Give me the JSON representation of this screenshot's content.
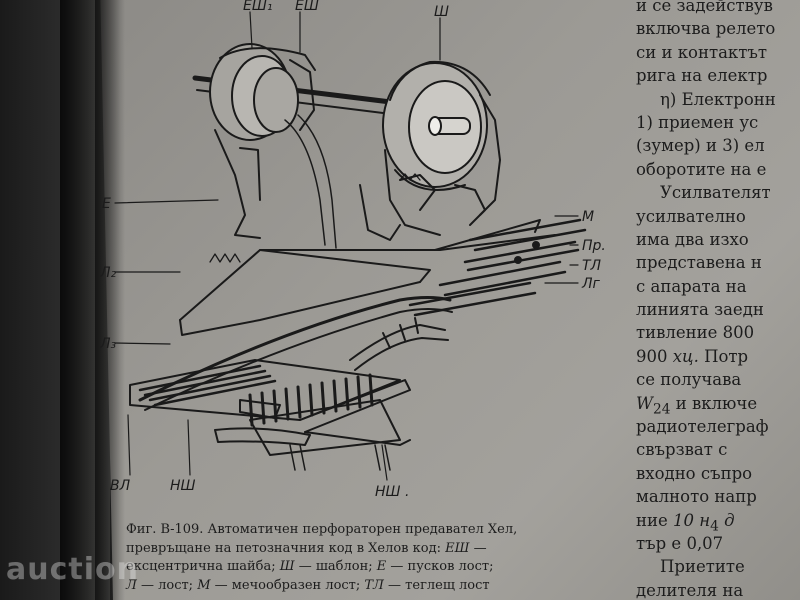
{
  "figure": {
    "labels": {
      "esh1": "ЕШ₁",
      "esh": "ЕШ",
      "sh": "Ш",
      "e": "Е",
      "l2": "Л₂",
      "l3": "Л₃",
      "m": "М",
      "pr": "Пр.",
      "tl": "ТЛ",
      "lg": "Лг",
      "vl": "ВЛ",
      "nsh_left": "НШ",
      "nsh_right": "НШ ."
    }
  },
  "caption": {
    "line1": "Фиг. В-109. Автоматичен перфораторен предавател Хел,",
    "line2_a": "превръщане на петозначния код в  Хелов код: ",
    "line2_b": "ЕШ —",
    "line3_a": "ексцентрична шайба; ",
    "line3_b": "Ш",
    "line3_c": " — шаблон; ",
    "line3_d": "Е",
    "line3_e": " — пусков лост;",
    "line4_a": "Л",
    "line4_b": " — лост; ",
    "line4_c": "М",
    "line4_d": " — мечообразен лост; ",
    "line4_e": "ТЛ",
    "line4_f": " — теглещ лост"
  },
  "column": {
    "l1": "и се задействув",
    "l2": "включва релето",
    "l3": "си и контактът",
    "l4": "рига на електр",
    "l5": "η) Електронн",
    "l6": "1) приемен  ус",
    "l7": "(зумер) и 3) ел",
    "l8": "оборотите на е",
    "l9": "Усилвателят",
    "l10": "усилвателно",
    "l11": "има два  изхо",
    "l12": "представена н",
    "l13": "с апарата на",
    "l14": "линията заедн",
    "l15": "тивление  800",
    "l16_a": "900 ",
    "l16_b": "хц.",
    "l16_c": " Потр",
    "l17": "се получава",
    "l18_a": "W",
    "l18_b": "24",
    "l18_c": " и включе",
    "l19": "радиотелеграф",
    "l20": "свързват  с",
    "l21": "входно съпро",
    "l22": "малното напр",
    "l23_a": "ние ",
    "l23_b": "10",
    "l23_c": " н",
    "l23_d": "4",
    "l23_e": " д",
    "l24": "тър е 0,07",
    "l25": "Приетите",
    "l26": "делителя на"
  },
  "watermark": "auction"
}
